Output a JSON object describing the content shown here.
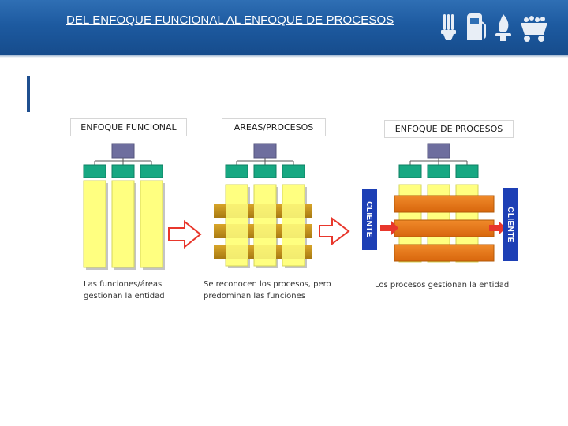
{
  "header": {
    "title": "DEL ENFOQUE FUNCIONAL  AL ENFOQUE DE  PROCESOS",
    "icons": [
      "light-bulb-icon",
      "fuel-pump-icon",
      "gas-flame-icon",
      "coal-cart-icon"
    ]
  },
  "panels": [
    {
      "label": "ENFOQUE FUNCIONAL",
      "caption_line1": "Las funciones/áreas",
      "caption_line2": "gestionan la entidad"
    },
    {
      "label": "AREAS/PROCESOS",
      "caption_line1": "Se reconocen los procesos, pero",
      "caption_line2": "predominan las funciones"
    },
    {
      "label": "ENFOQUE DE PROCESOS",
      "caption_line1": "Los procesos gestionan la entidad",
      "caption_line2": ""
    }
  ],
  "cliente": {
    "left": "CLIENTE",
    "right": "CLIENTE"
  },
  "colors": {
    "header_blue": "#1d5aa0",
    "manager_box": "#6e6e9e",
    "unit_box": "#17a882",
    "column_yellow": "#ffff80",
    "process_bar": "#e67817",
    "process_bar_mid": "#c99a1e",
    "arrow_red": "#e8372c",
    "cliente_blue": "#1d3fb5"
  }
}
